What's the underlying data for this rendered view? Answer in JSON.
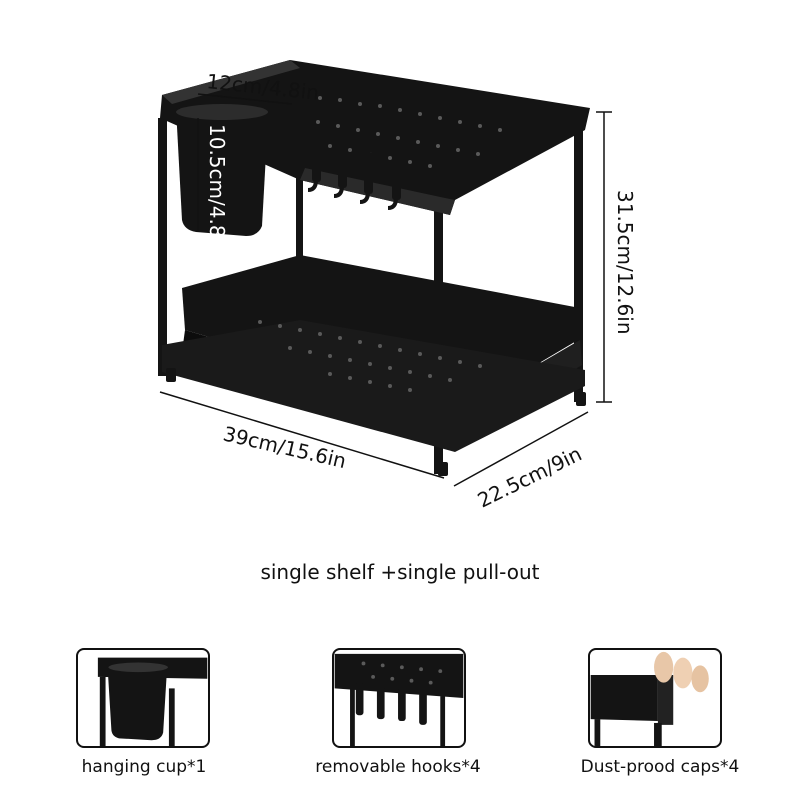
{
  "dimensions": {
    "cup_width": "12cm/4.8in",
    "cup_height": "10.5cm/4.8in",
    "height": "31.5cm/12.6in",
    "width": "39cm/15.6in",
    "depth": "22.5cm/9in"
  },
  "caption": "single shelf +single pull-out",
  "accessories": [
    {
      "label": "hanging cup*1",
      "icon": "hanging-cup-icon"
    },
    {
      "label": "removable hooks*4",
      "icon": "hooks-icon"
    },
    {
      "label": "Dust-prood caps*4",
      "icon": "dust-cap-icon"
    }
  ],
  "colors": {
    "product": "#141414",
    "background": "#ffffff"
  }
}
